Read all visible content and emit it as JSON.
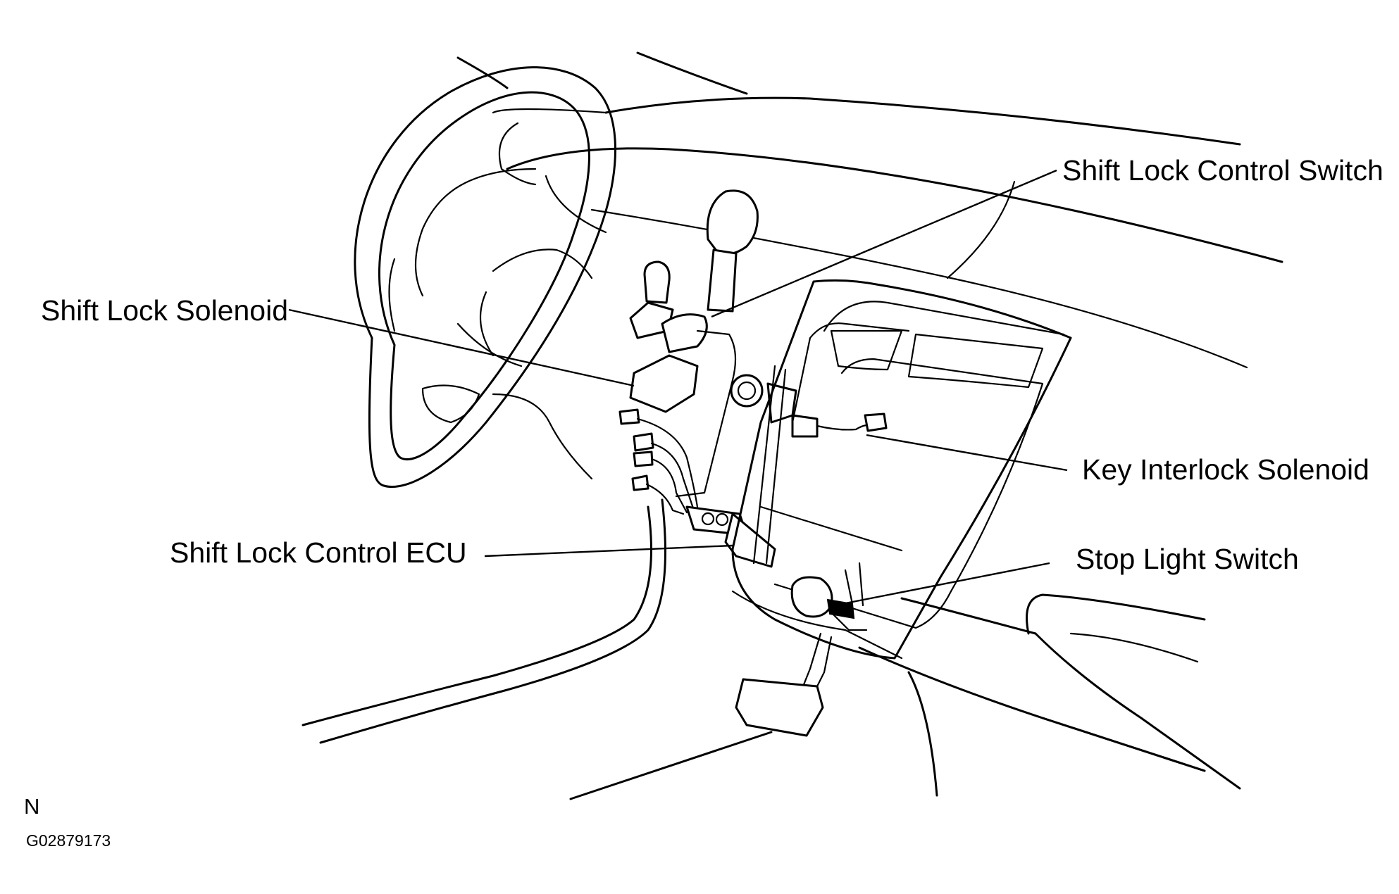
{
  "labels": {
    "shift_lock_control_switch": "Shift Lock Control Switch",
    "shift_lock_solenoid": "Shift Lock Solenoid",
    "key_interlock_solenoid": "Key Interlock Solenoid",
    "shift_lock_control_ecu": "Shift Lock Control ECU",
    "stop_light_switch": "Stop Light Switch"
  },
  "footer": {
    "view_letter": "N",
    "figure_code": "G02879173"
  }
}
